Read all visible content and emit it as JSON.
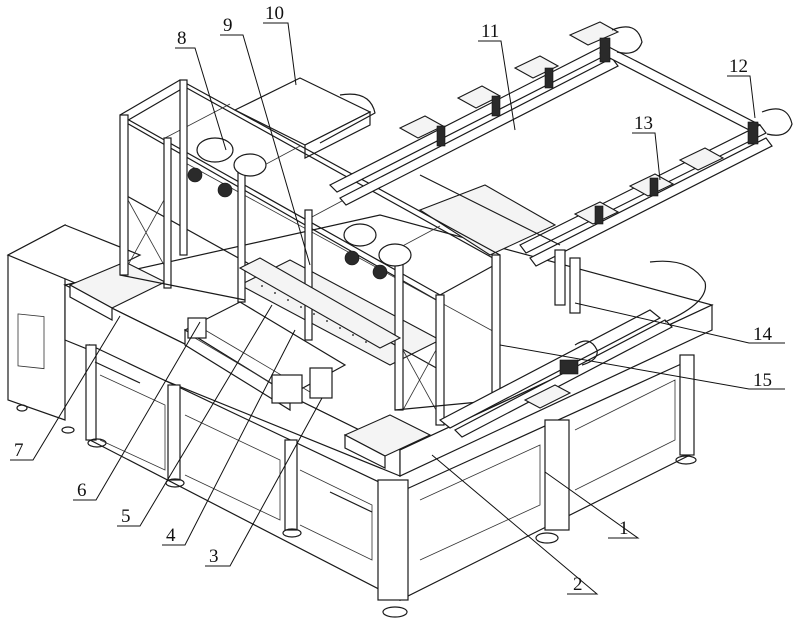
{
  "figure": {
    "type": "isometric patent line drawing",
    "subject": "automated machine with gantry frame, base cabinet and cable-chain rail conveyor",
    "ink_color": "#111111",
    "background": "#ffffff"
  },
  "callouts": [
    {
      "id": "c1",
      "label": "1"
    },
    {
      "id": "c2",
      "label": "2"
    },
    {
      "id": "c3",
      "label": "3"
    },
    {
      "id": "c4",
      "label": "4"
    },
    {
      "id": "c5",
      "label": "5"
    },
    {
      "id": "c6",
      "label": "6"
    },
    {
      "id": "c7",
      "label": "7"
    },
    {
      "id": "c8",
      "label": "8"
    },
    {
      "id": "c9",
      "label": "9"
    },
    {
      "id": "c10",
      "label": "10"
    },
    {
      "id": "c11",
      "label": "11"
    },
    {
      "id": "c12",
      "label": "12"
    },
    {
      "id": "c13",
      "label": "13"
    },
    {
      "id": "c14",
      "label": "14"
    },
    {
      "id": "c15",
      "label": "15"
    }
  ]
}
